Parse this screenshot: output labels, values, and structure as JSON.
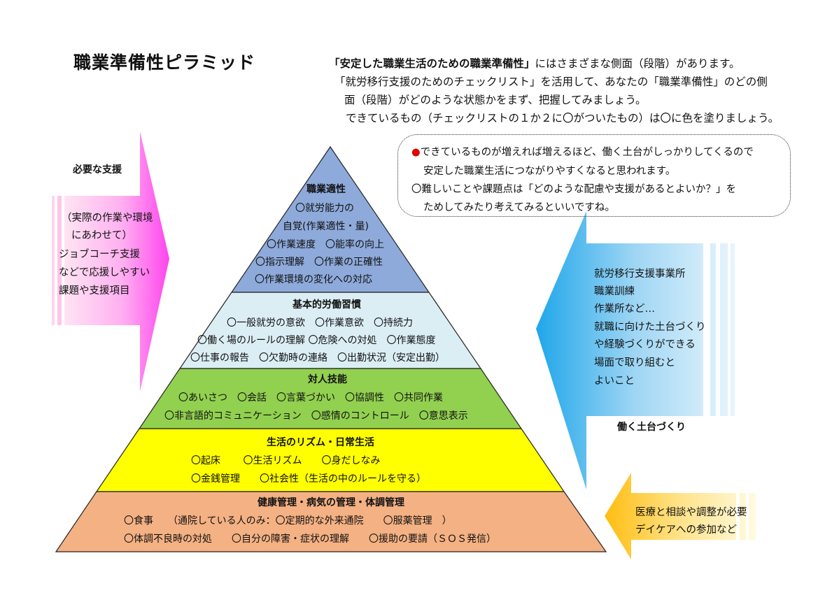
{
  "title": "職業準備性ピラミッド",
  "intro": {
    "line1_bold": "「安定した職業生活のための職業準備性」",
    "line1_rest": "にはさまざまな側面（段階）があります。",
    "line2": "「就労移行支援のためのチェックリスト」を活用して、あなたの「職業準備性」のどの側",
    "line3": "面（段階）がどのような状態かをまず、把握してみましょう。",
    "line4": "できているもの（チェックリストの１か２に〇がついたもの）は〇に色を塗りましょう。"
  },
  "bubble": {
    "bullet1": "●",
    "line1": "できているものが増えれば増えるほど、働く土台がしっかりしてくるので",
    "line2": "安定した職業生活につながりやすくなると思われます。",
    "line3": "〇難しいことや課題点は「どのような配慮や支援があるとよいか？」を",
    "line4": "ためしてみたり考えてみるといいですね。"
  },
  "left_arrow": {
    "heading": "必要な支援",
    "lines": [
      "（実際の作業や環境",
      "にあわせて）",
      "ジョブコーチ支援",
      "などで応援しやすい",
      "課題や支援項目"
    ]
  },
  "right_arrow": {
    "lines": [
      "就労移行支援事業所",
      "職業訓練",
      "作業所など…",
      "就職に向けた土台づくり",
      "や経験づくりができる",
      "場面で取り組むと",
      "よいこと"
    ],
    "caption": "働く土台づくり"
  },
  "bottom_arrow": {
    "lines": [
      "医療と相談や調整が必要",
      "デイケアへの参加など"
    ]
  },
  "pyramid": {
    "level1": {
      "title": "職業適性",
      "lines": [
        "〇就労能力の",
        "自覚(作業適性・量)",
        "〇作業速度　〇能率の向上",
        "〇指示理解　〇作業の正確性",
        "〇作業環境の変化への対応"
      ]
    },
    "level2": {
      "title": "基本的労働習慣",
      "lines": [
        "〇一般就労の意欲　〇作業意欲　〇持続力",
        "〇働く場のルールの理解 〇危険への対処　〇作業態度",
        "〇仕事の報告　〇欠勤時の連絡　〇出勤状況（安定出勤）"
      ]
    },
    "level3": {
      "title": "対人技能",
      "lines": [
        "〇あいさつ　〇会話　〇言葉づかい　〇協調性　〇共同作業",
        "〇非言語的コミュニケーション　〇感情のコントロール　〇意思表示"
      ]
    },
    "level4": {
      "title": "生活のリズム・日常生活",
      "lines": [
        "〇起床　　 〇生活リズム　　〇身だしなみ",
        "〇金銭管理　　〇社会性（生活の中のルールを守る）"
      ]
    },
    "level5": {
      "title": "健康管理・病気の管理・体調管理",
      "lines": [
        "〇食事　　（通院している人のみ：〇定期的な外来通院　　〇服薬管理　）",
        "〇体調不良時の対処　　〇自分の障害・症状の理解　　〇援助の要請（ＳＯＳ発信）"
      ]
    }
  },
  "colors": {
    "level1": "#8eaadb",
    "level2": "#dbeef4",
    "level3": "#92d050",
    "level4": "#ffff00",
    "level5": "#f4b183",
    "left_arrow": "#ff66ff",
    "right_arrow": "#33aaee",
    "bottom_arrow": "#ffc000"
  }
}
